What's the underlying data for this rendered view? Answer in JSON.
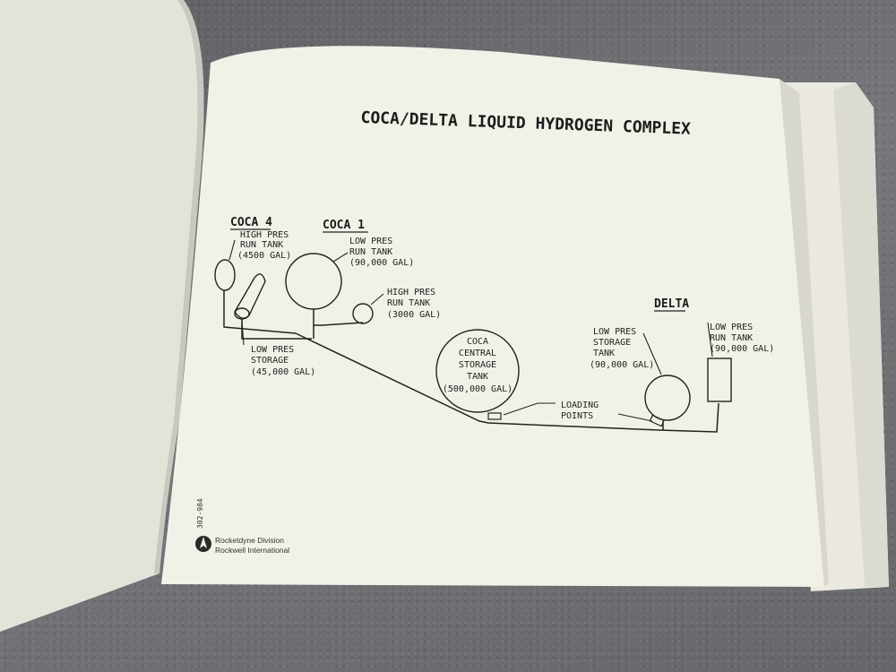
{
  "title": "COCA/DELTA LIQUID HYDROGEN COMPLEX",
  "sections": {
    "coca4": "COCA 4",
    "coca1": "COCA 1",
    "delta": "DELTA"
  },
  "tanks": {
    "coca4_high": [
      "HIGH PRES",
      "RUN TANK",
      "(4500 GAL)"
    ],
    "coca4_low_storage": [
      "LOW PRES",
      "STORAGE",
      "(45,000 GAL)"
    ],
    "coca1_low": [
      "LOW PRES",
      "RUN TANK",
      "(90,000 GAL)"
    ],
    "coca1_high": [
      "HIGH PRES",
      "RUN TANK",
      "(3000 GAL)"
    ],
    "central": [
      "COCA",
      "CENTRAL",
      "STORAGE",
      "TANK",
      "(500,000 GAL)"
    ],
    "delta_storage": [
      "LOW PRES",
      "STORAGE",
      "TANK",
      "(90,000 GAL)"
    ],
    "delta_run": [
      "LOW PRES",
      "RUN TANK",
      "(90,000 GAL)"
    ]
  },
  "loading_points": [
    "LOADING",
    "POINTS"
  ],
  "doc_number": "302-984",
  "logo": {
    "line1": "Rocketdyne Division",
    "line2": "Rockwell International"
  },
  "colors": {
    "page": "#f1f0e6",
    "left_page": "#e6e5dc",
    "ink": "#222222",
    "background": "#6b6c70"
  }
}
